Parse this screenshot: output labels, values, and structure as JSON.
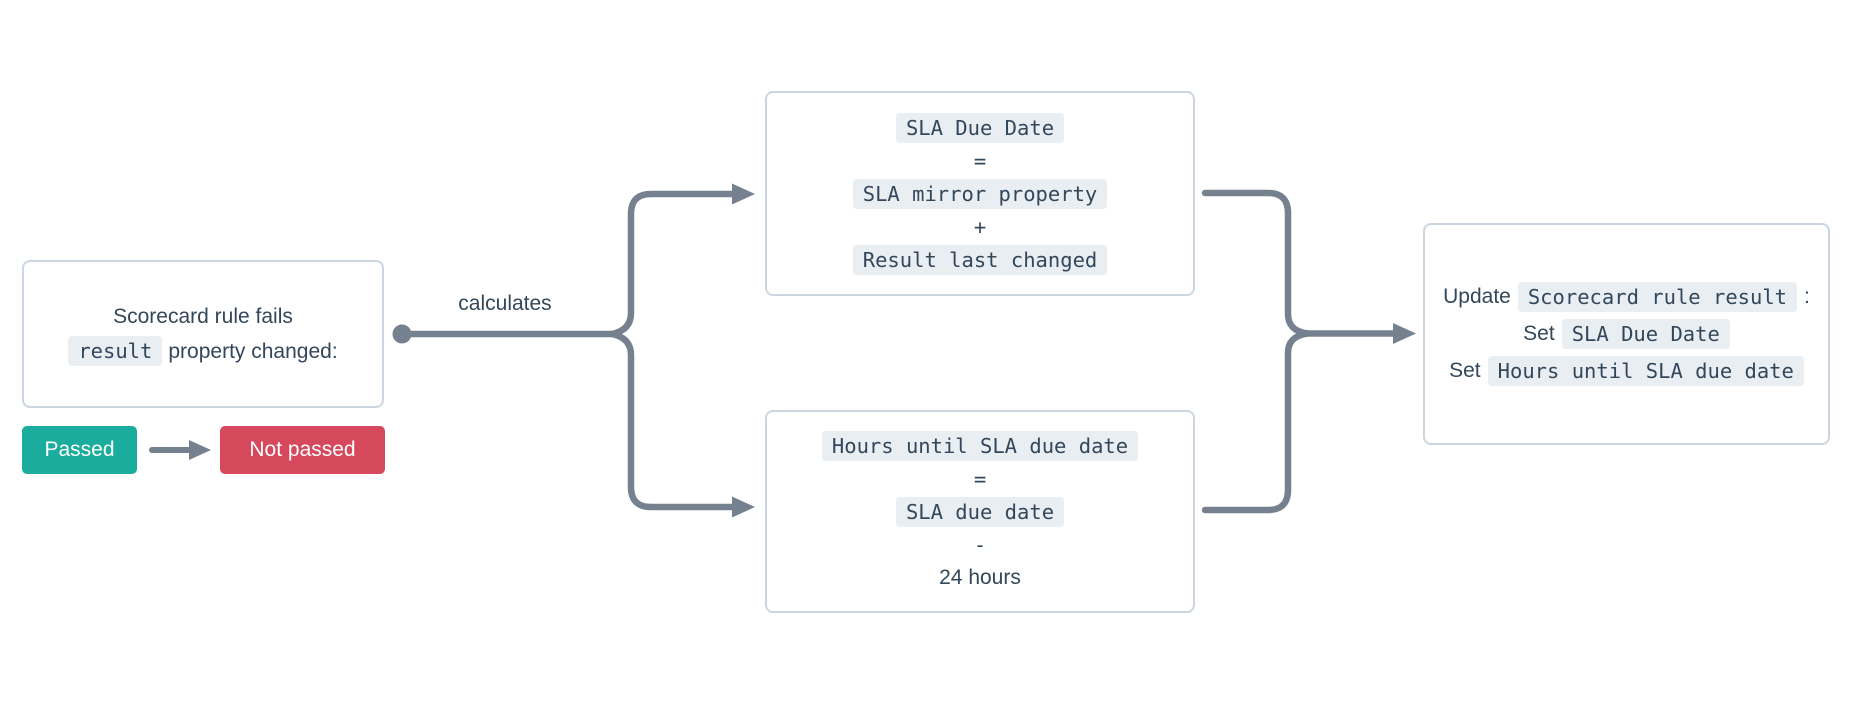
{
  "palette": {
    "text": "#33475b",
    "connector": "#76818f",
    "box_border": "#cbd6e2",
    "chip_bg": "#e9eef3",
    "passed_bg": "#1aac9c",
    "not_passed_bg": "#d6485c"
  },
  "trigger": {
    "line1": "Scorecard rule fails",
    "chip": "result",
    "line2_suffix": "property changed:"
  },
  "badges": {
    "passed": "Passed",
    "not_passed": "Not passed"
  },
  "edge_label": "calculates",
  "calc_top": {
    "rows": [
      {
        "kind": "chip",
        "text": "SLA Due Date"
      },
      {
        "kind": "op",
        "text": "="
      },
      {
        "kind": "chip",
        "text": "SLA mirror property"
      },
      {
        "kind": "op",
        "text": "+"
      },
      {
        "kind": "chip",
        "text": "Result last changed"
      }
    ]
  },
  "calc_bottom": {
    "rows": [
      {
        "kind": "chip",
        "text": "Hours until SLA due date"
      },
      {
        "kind": "op",
        "text": "="
      },
      {
        "kind": "chip",
        "text": "SLA due date"
      },
      {
        "kind": "op",
        "text": "-"
      },
      {
        "kind": "plain",
        "text": "24 hours"
      }
    ]
  },
  "update_box": {
    "line1_prefix": "Update",
    "line1_chip": "Scorecard rule result",
    "line1_suffix": ":",
    "line2_prefix": "Set",
    "line2_chip": "SLA Due Date",
    "line3_prefix": "Set",
    "line3_chip": "Hours until SLA due date"
  }
}
